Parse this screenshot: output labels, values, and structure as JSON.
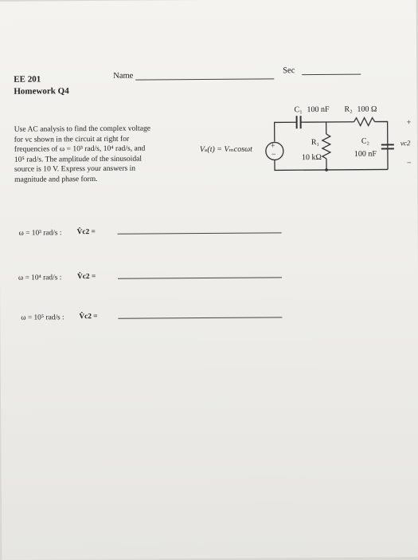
{
  "header": {
    "course": "EE 201",
    "assignment": "Homework Q4",
    "name_label": "Name",
    "sec_label": "Sec"
  },
  "problem": {
    "lines": [
      "Use AC analysis to find the complex voltage",
      "for vc shown in the circuit at right for",
      "frequencies of ω = 10³ rad/s, 10⁴ rad/s, and",
      "10⁵ rad/s. The amplitude of the sinusoidal",
      "source is 10 V. Express your answers in",
      "magnitude and phase form."
    ]
  },
  "circuit": {
    "c1_label": "C₁",
    "c1_value": "100 nF",
    "r2_label": "R₂",
    "r2_value": "100 Ω",
    "r1_label": "R₁",
    "r1_value": "10 kΩ",
    "c2_label": "C₂",
    "c2_value": "100 nF",
    "source_expr": "Vₛ(t) = Vₘcosωt",
    "plus_sign": "+",
    "minus_sign": "−",
    "vc2_label": "vc2"
  },
  "answers": [
    {
      "omega": "ω = 10³ rad/s :",
      "var": "V̂c2 ="
    },
    {
      "omega": "ω = 10⁴ rad/s :",
      "var": "V̂c2 ="
    },
    {
      "omega": "ω = 10⁵ rad/s :",
      "var": "V̂c2 ="
    }
  ]
}
